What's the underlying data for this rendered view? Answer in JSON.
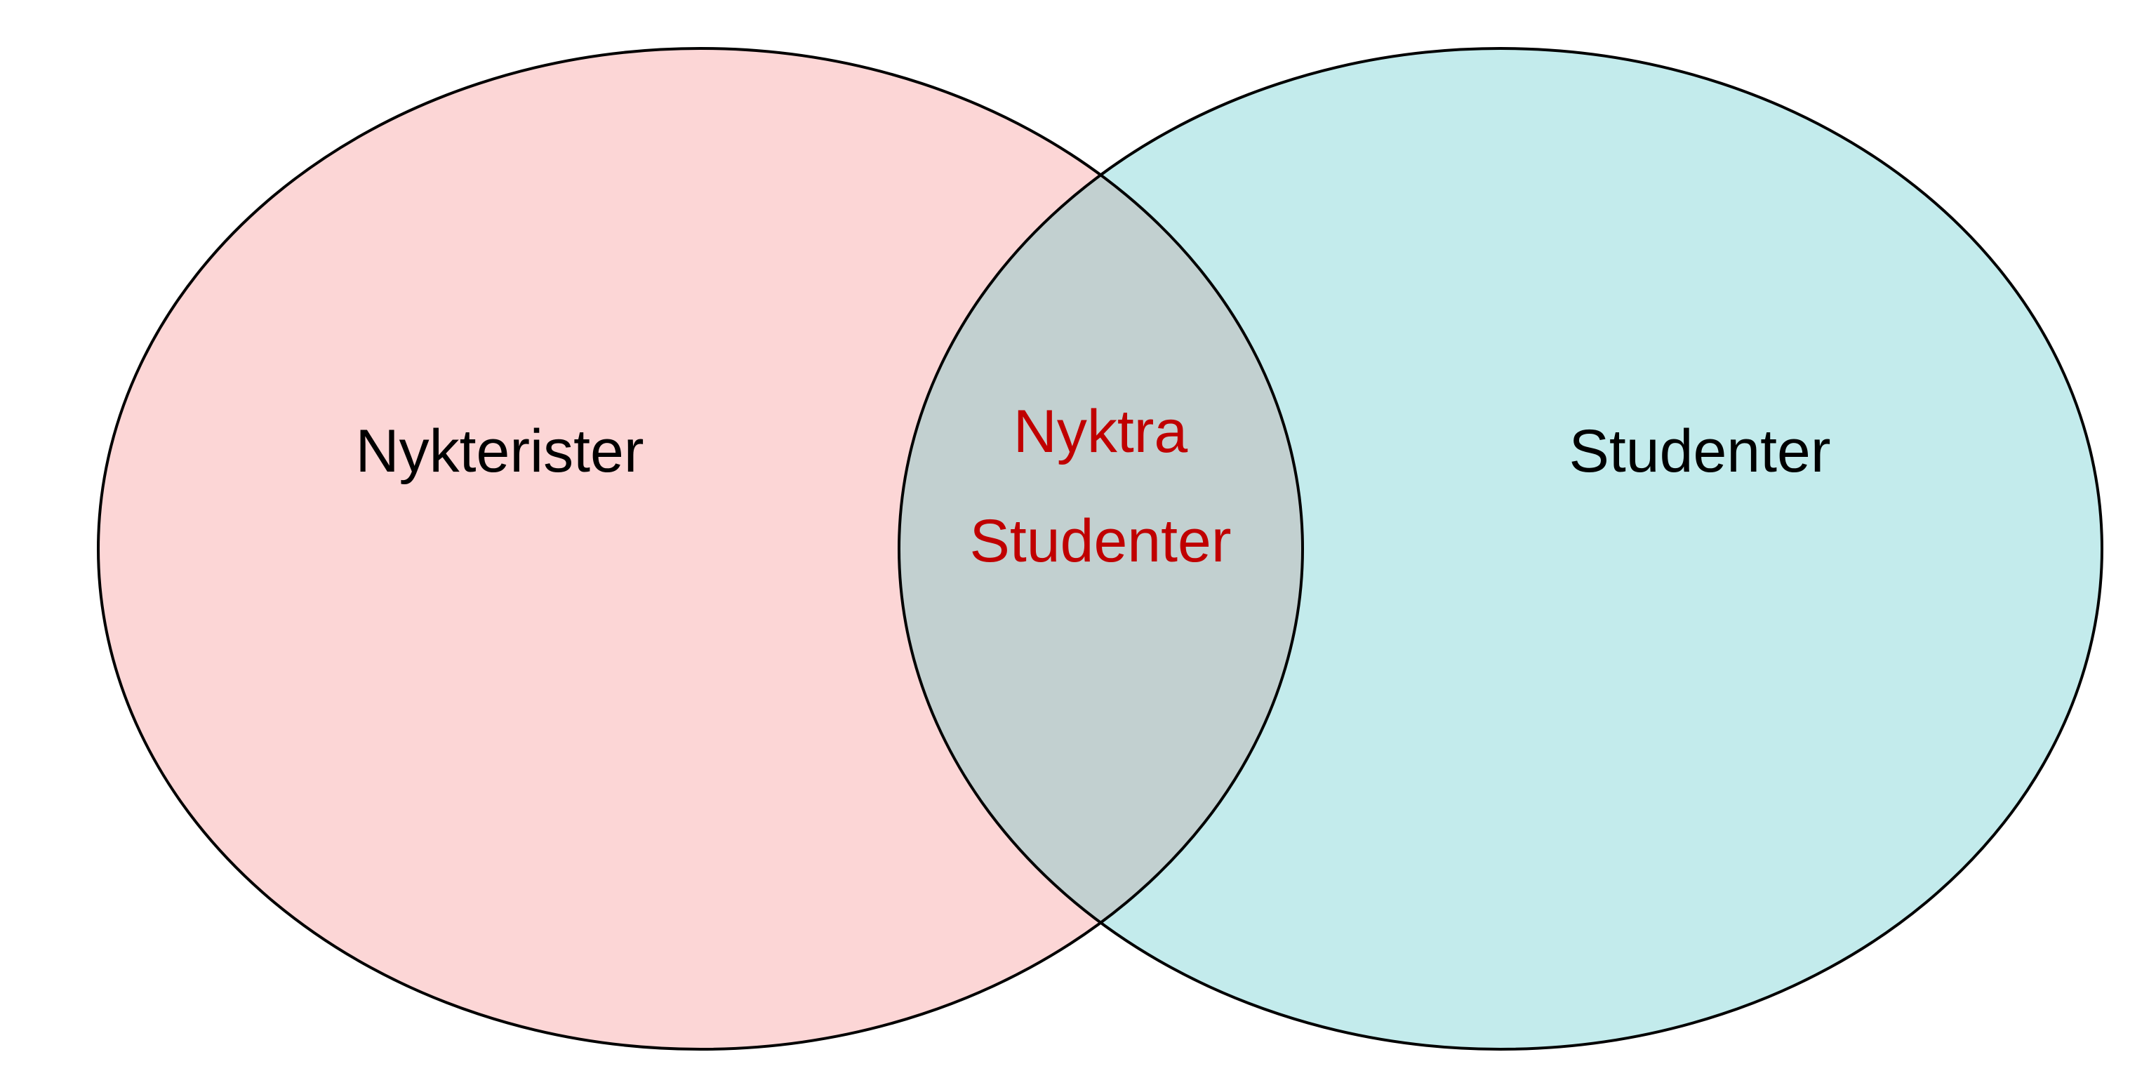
{
  "diagram": {
    "type": "venn",
    "sets": [
      {
        "label": "Nykterister",
        "fill": "#fcd6d6",
        "text_color": "#000000"
      },
      {
        "label": "Studenter",
        "fill": "#c3ebec",
        "text_color": "#000000"
      }
    ],
    "intersection": {
      "label_line1": "Nyktra",
      "label_line2": "Studenter",
      "fill": "#c2d0d0",
      "text_color": "#c00000"
    },
    "outline_color": "#000000",
    "background": "#ffffff"
  }
}
